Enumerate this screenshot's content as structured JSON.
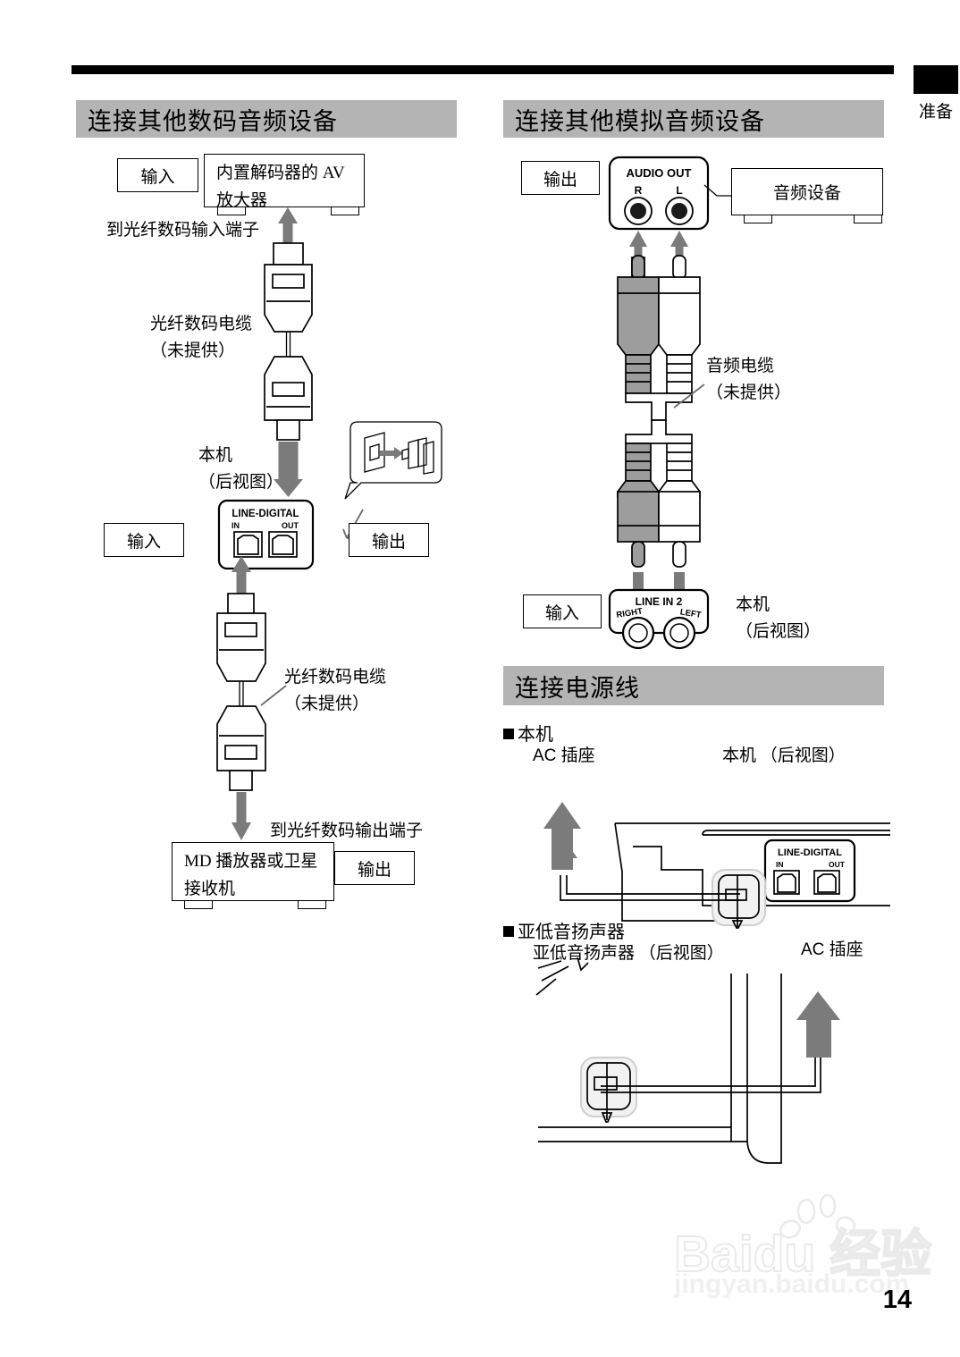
{
  "page": {
    "number": "14",
    "side_tab_label": "准备"
  },
  "sections": {
    "digital": {
      "title": "连接其他数码音频设备",
      "labels": {
        "input_top": "输入",
        "av_amp": "内置解码器的 AV\n放大器",
        "to_optical_in": "到光纤数码输入端子",
        "optical_cable_top": "光纤数码电缆\n（未提供）",
        "unit": "本机\n（后视图）",
        "input_bottom": "输入",
        "output_right": "输出",
        "optical_cable_bottom": "光纤数码电缆\n（未提供）",
        "to_optical_out": "到光纤数码输出端子",
        "md_player": "MD 播放器或卫星\n接收机",
        "output_bottom": "输出"
      },
      "panel": {
        "title": "LINE-DIGITAL",
        "in": "IN",
        "out": "OUT"
      }
    },
    "analog": {
      "title": "连接其他模拟音频设备",
      "labels": {
        "output_left": "输出",
        "audio_device": "音频设备",
        "audio_cable": "音频电缆\n（未提供）",
        "input_left": "输入",
        "unit": "本机\n（后视图）"
      },
      "jack_panel": {
        "title": "AUDIO OUT",
        "right": "R",
        "left": "L"
      },
      "line_in_panel": {
        "title": "LINE IN 2",
        "right": "RIGHT",
        "left": "LEFT"
      }
    },
    "power": {
      "title": "连接电源线",
      "unit_bullet": "本机",
      "unit_ac_outlet": "AC 插座",
      "unit_rear": "本机 （后视图）",
      "unit_panel": {
        "title": "LINE-DIGITAL",
        "in": "IN",
        "out": "OUT"
      },
      "sub_bullet": "亚低音扬声器",
      "sub_rear": "亚低音扬声器 （后视图）",
      "sub_ac_outlet": "AC 插座"
    }
  },
  "watermark": {
    "brand": "Baidu 经验",
    "url": "jingyan.baidu.com"
  },
  "colors": {
    "header_gray": "#b4b4b4",
    "arrow_gray": "#7b7b7b",
    "plug_gray": "#9d9d9d",
    "rule_black": "#000000"
  }
}
